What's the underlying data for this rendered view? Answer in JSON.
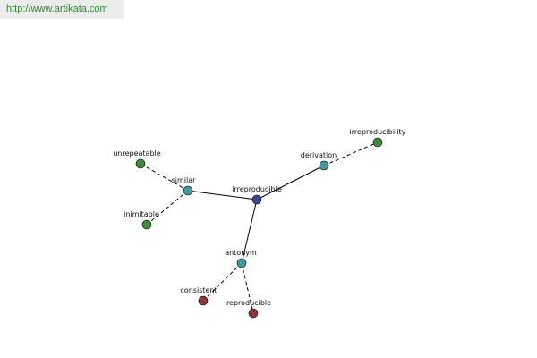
{
  "header": {
    "url": "http://www.artikata.com"
  },
  "graph": {
    "colors": {
      "center": "#3b4a8c",
      "relation": "#3f9a9a",
      "synonym": "#3f8a3f",
      "antonym": "#8c3838"
    },
    "nodes": [
      {
        "id": "irreproducible",
        "label": "irreproducible",
        "kind": "center"
      },
      {
        "id": "derivation",
        "label": "derivation",
        "kind": "relation"
      },
      {
        "id": "irreproducibility",
        "label": "irreproducibility",
        "kind": "synonym"
      },
      {
        "id": "similar",
        "label": "similar",
        "kind": "relation"
      },
      {
        "id": "unrepeatable",
        "label": "unrepeatable",
        "kind": "synonym"
      },
      {
        "id": "inimitable",
        "label": "inimitable",
        "kind": "synonym"
      },
      {
        "id": "antonym",
        "label": "antonym",
        "kind": "relation"
      },
      {
        "id": "consistent",
        "label": "consistent",
        "kind": "antonym"
      },
      {
        "id": "reproducible",
        "label": "reproducible",
        "kind": "antonym"
      }
    ],
    "edges": [
      {
        "from": "irreproducible",
        "to": "derivation",
        "style": "solid"
      },
      {
        "from": "irreproducible",
        "to": "similar",
        "style": "solid"
      },
      {
        "from": "irreproducible",
        "to": "antonym",
        "style": "solid"
      },
      {
        "from": "derivation",
        "to": "irreproducibility",
        "style": "dashed"
      },
      {
        "from": "similar",
        "to": "unrepeatable",
        "style": "dashed"
      },
      {
        "from": "similar",
        "to": "inimitable",
        "style": "dashed"
      },
      {
        "from": "antonym",
        "to": "consistent",
        "style": "dashed"
      },
      {
        "from": "antonym",
        "to": "reproducible",
        "style": "dashed"
      }
    ]
  }
}
